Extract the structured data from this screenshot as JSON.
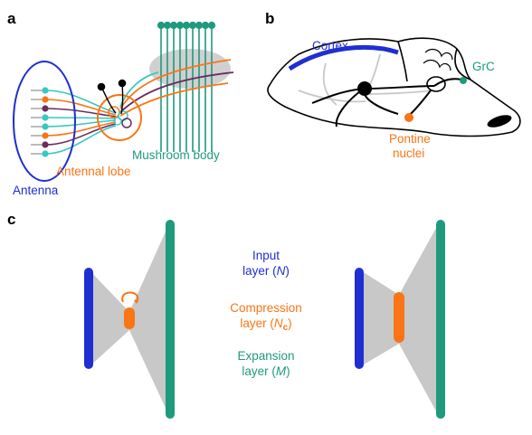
{
  "panels": {
    "a": "a",
    "b": "b",
    "c": "c"
  },
  "panel_a": {
    "antenna": "Antenna",
    "antennal_lobe": "Antennal lobe",
    "mushroom_body": "Mushroom body"
  },
  "panel_b": {
    "cortex": "Cortex",
    "grc": "GrC",
    "pontine_line1": "Pontine",
    "pontine_line2": "nuclei"
  },
  "panel_c": {
    "input_line1": "Input",
    "input_line2_pre": "layer (",
    "input_var": "N",
    "input_line2_post": ")",
    "compression_line1": "Compression",
    "compression_line2_pre": "layer (",
    "compression_var": "N",
    "compression_sub": "c",
    "compression_line2_post": ")",
    "expansion_line1": "Expansion",
    "expansion_line2_pre": "layer (",
    "expansion_var": "M",
    "expansion_line2_post": ")"
  },
  "colors": {
    "blue": "#1f2fd1",
    "orange": "#f97516",
    "teal": "#1f9a7e",
    "purple": "#6b2d5e",
    "cyan": "#36c9bf",
    "gray": "#c8c8c8"
  }
}
